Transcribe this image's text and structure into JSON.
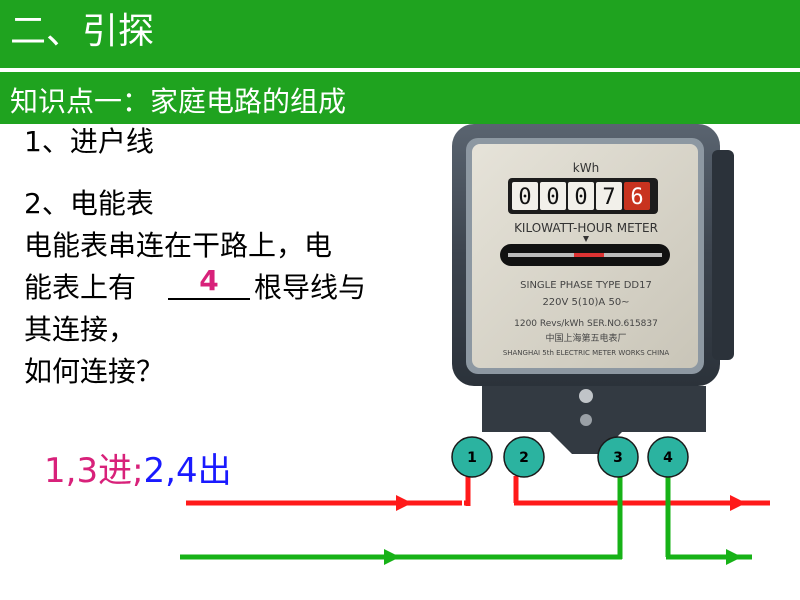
{
  "header": {
    "title": "二、引探",
    "subtitle": "知识点一：家庭电路的组成"
  },
  "content": {
    "item1": "1、进户线",
    "item2": "2、电能表",
    "line1": "电能表串连在干路上，电",
    "line2_start": "能表上有",
    "blank_answer": "4",
    "line2_end": "根导线与",
    "line3": "其连接，",
    "line4": "如何连接？",
    "answer_in": "1,3进;",
    "answer_out": "2,4出"
  },
  "meter": {
    "unit": "kWh",
    "digits": [
      "0",
      "0",
      "0",
      "7",
      "6"
    ],
    "name": "KILOWATT-HOUR METER",
    "spec": "SINGLE  PHASE  TYPE DD17",
    "rating": "220V     5(10)A      50~",
    "revs": "1200 Revs/kWh  SER.NO.615837",
    "maker_cn": "中国上海第五电表厂",
    "maker_en": "SHANGHAI 5th ELECTRIC METER WORKS CHINA"
  },
  "terminals": [
    "1",
    "2",
    "3",
    "4"
  ],
  "colors": {
    "green": "#1fa31f",
    "red": "#ff1a1a",
    "wire_green": "#17b217",
    "magenta": "#d8217a",
    "blue": "#1a1aff",
    "terminal_fill": "#2bb3a0"
  }
}
